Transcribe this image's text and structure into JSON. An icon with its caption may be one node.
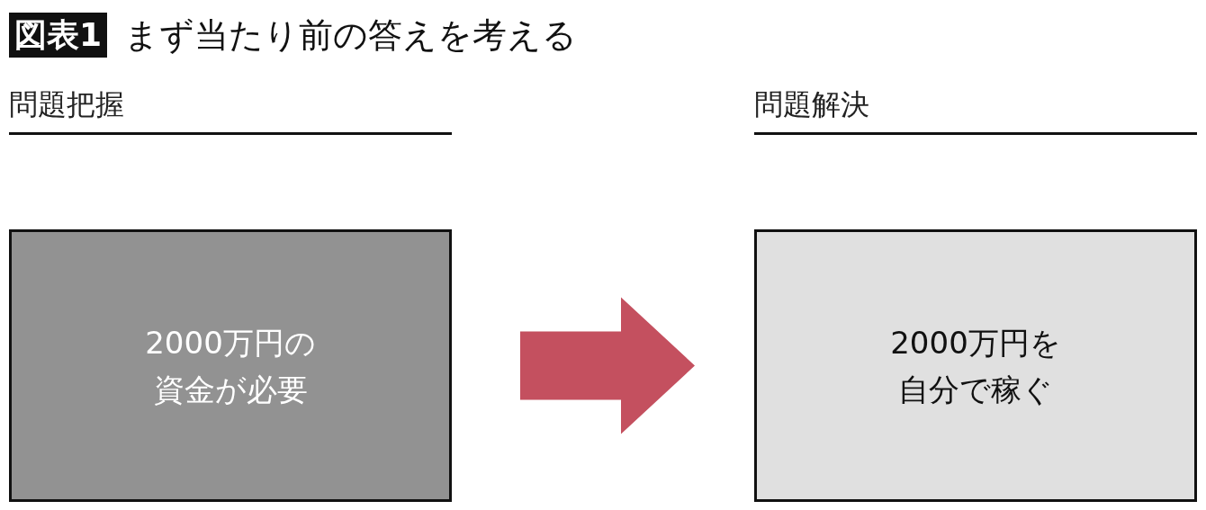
{
  "diagram": {
    "title": "まず当たり前の答えを考える",
    "nodes": [
      {
        "text": [
          "2000万円の資金が必要"
        ]
      },
      {
        "text": [
          "2000万円を自分で稼ぐ"
        ]
      }
    ],
    "edges": [
      {
        "from": 0,
        "to": 1,
        "arrow": "to",
        "color": "#c4505f"
      }
    ],
    "labels": [
      "図表1",
      "問題把握",
      "問題解決"
    ]
  }
}
